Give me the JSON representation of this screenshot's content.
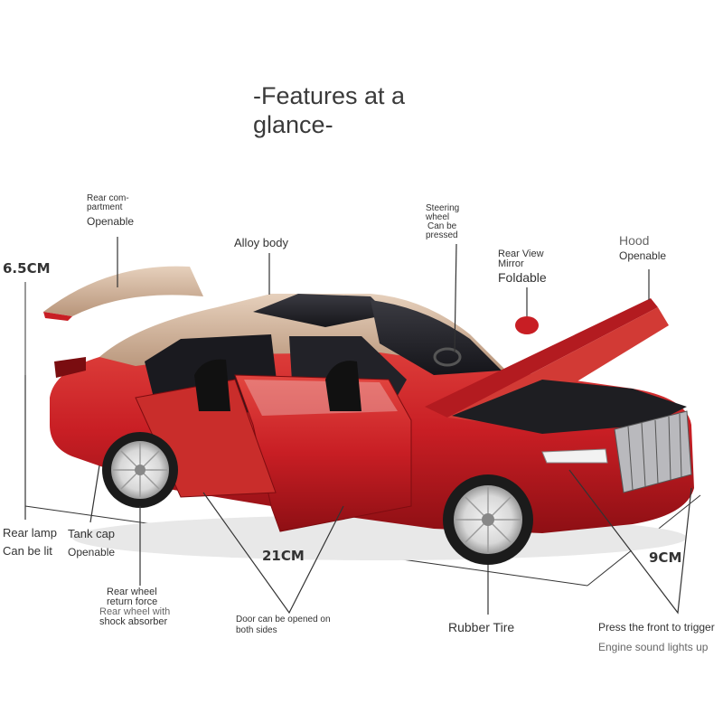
{
  "title": {
    "line1": "-Features at a",
    "line2": "glance-"
  },
  "dimensions": {
    "height": "6.5CM",
    "length": "21CM",
    "width": "9CM"
  },
  "labels": {
    "rear_compartment": {
      "line1": "Rear com-",
      "line2": "partment",
      "line3": "Openable"
    },
    "alloy_body": "Alloy body",
    "steering_wheel": {
      "line1": "Steering",
      "line2": "wheel",
      "line3": "Can be",
      "line4": "pressed"
    },
    "rear_view_mirror": {
      "line1": "Rear View",
      "line2": "Mirror",
      "line3": "Foldable"
    },
    "hood": {
      "line1": "Hood",
      "line2": "Openable"
    },
    "rear_lamp": {
      "line1": "Rear lamp",
      "line2": "Can be lit"
    },
    "tank_cap": {
      "line1": "Tank cap",
      "line2": "Openable"
    },
    "rear_wheel": {
      "line1": "Rear wheel",
      "line2": "return force",
      "line3": "Rear wheel with",
      "line4": "shock absorber"
    },
    "door": {
      "line1": "Door can be opened on",
      "line2": "both sides"
    },
    "rubber_tire": "Rubber Tire",
    "front_trigger": {
      "line1": "Press the front to trigger",
      "line2": "Engine sound lights up"
    }
  },
  "colors": {
    "car_red": "#c81e24",
    "car_gold": "#c9a98c",
    "line": "#333333",
    "background": "#ffffff"
  }
}
